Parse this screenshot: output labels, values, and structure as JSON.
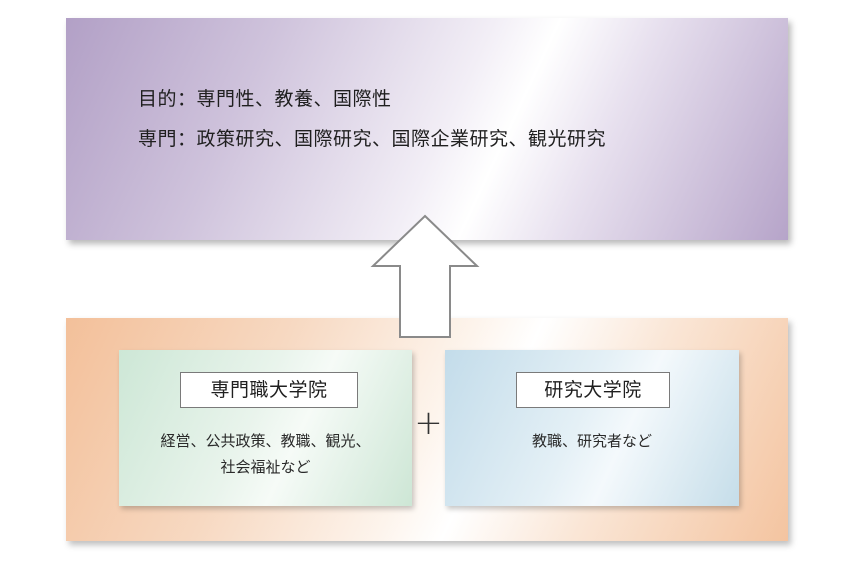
{
  "top": {
    "line1": "目的：専門性、教養、国際性",
    "line2": "専門：政策研究、国際研究、国際企業研究、観光研究"
  },
  "bottom": {
    "left": {
      "title": "専門職大学院",
      "desc_line1": "経営、公共政策、教職、観光、",
      "desc_line2": "社会福祉など"
    },
    "plus": "+",
    "right": {
      "title": "研究大学院",
      "desc_line1": "教職、研究者など"
    }
  },
  "colors": {
    "top_box": "#b2a0c6",
    "bottom_box": "#f3c09a",
    "left_card": "#cde7d6",
    "right_card": "#c3dcea"
  },
  "icons": {
    "arrow": "up-arrow-icon"
  }
}
